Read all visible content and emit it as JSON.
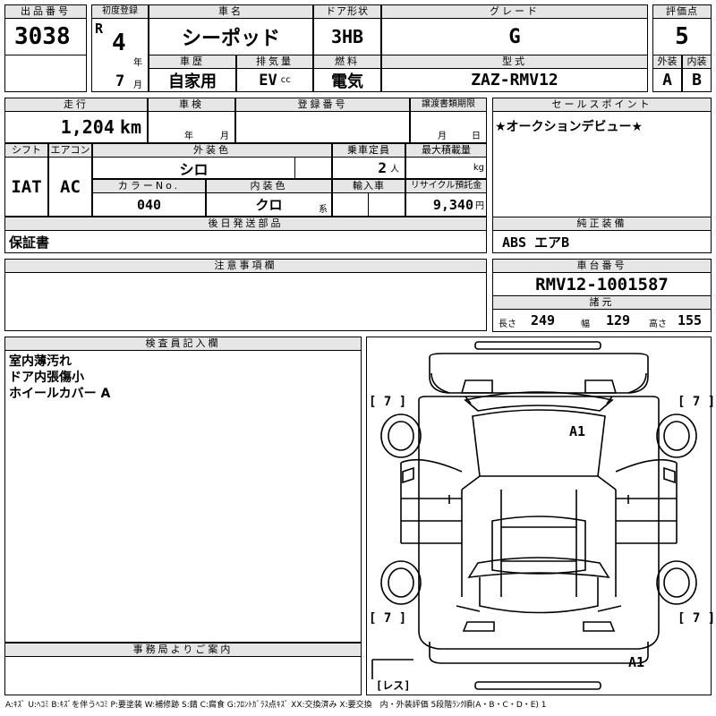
{
  "header": {
    "lot_no_label": "出品番号",
    "lot_no": "3038",
    "first_reg_label": "初度登録",
    "era": "R",
    "year": "4",
    "year_unit": "年",
    "month": "7",
    "month_unit": "月",
    "car_name_label": "車名",
    "car_name": "シーポッド",
    "door_label": "ドア形状",
    "door": "3HB",
    "grade_label": "グレード",
    "grade": "G",
    "score_label": "評価点",
    "score": "5",
    "history_label": "車歴",
    "history": "自家用",
    "displacement_label": "排気量",
    "displacement": "EV",
    "displacement_unit": "cc",
    "fuel_label": "燃料",
    "fuel": "電気",
    "model_label": "型式",
    "model": "ZAZ-RMV12",
    "exterior_label": "外装",
    "exterior": "A",
    "interior_label": "内装",
    "interior": "B"
  },
  "row2": {
    "mileage_label": "走行",
    "mileage": "1,204",
    "mileage_unit": "km",
    "inspection_label": "車検",
    "inspection_year_unit": "年",
    "inspection_month_unit": "月",
    "plate_label": "登録番号",
    "transfer_label": "譲渡書類期限",
    "transfer_month_unit": "月",
    "transfer_day_unit": "日",
    "sales_point_label": "セールスポイント",
    "sales_point": "★オークションデビュー★"
  },
  "row3": {
    "shift_label": "シフト",
    "shift": "IAT",
    "ac_label": "エアコン",
    "ac": "AC",
    "ext_color_label": "外装色",
    "ext_color": "シロ",
    "capacity_label": "乗車定員",
    "capacity": "2",
    "capacity_unit": "人",
    "max_load_label": "最大積載量",
    "max_load_unit": "kg",
    "color_no_label": "カラーNo.",
    "color_no": "040",
    "int_color_label": "内装色",
    "int_color": "クロ",
    "int_color_unit": "系",
    "import_label": "輸入車",
    "recycle_label": "リサイクル預託金",
    "recycle": "9,340",
    "recycle_unit": "円"
  },
  "later_parts": {
    "label": "後日発送部品",
    "value": "保証書"
  },
  "genuine": {
    "label": "純正装備",
    "value": "ABS エアB"
  },
  "notes": {
    "label": "注意事項欄"
  },
  "chassis": {
    "label": "車台番号",
    "value": "RMV12-1001587",
    "dims_label": "諸元",
    "length_label": "長さ",
    "length": "249",
    "width_label": "幅",
    "width": "129",
    "height_label": "高さ",
    "height": "155"
  },
  "inspector": {
    "label": "検査員記入欄",
    "lines": [
      "室内薄汚れ",
      "ドア内張傷小",
      "ホイールカバー A"
    ]
  },
  "office": {
    "label": "事務局よりご案内"
  },
  "diagram": {
    "tire_fl": "[ 7 ]",
    "tire_fr": "[ 7 ]",
    "tire_rl": "[ 7 ]",
    "tire_rr": "[ 7 ]",
    "mark_roof": "A1",
    "mark_rear": "A1",
    "spare": "[レス]"
  },
  "legend": "A:ｷｽﾞ U:ﾍｺﾐ B:ｷｽﾞを伴うﾍｺﾐ P:要塗装 W:補修跡 S:錆 C:腐食 G:ﾌﾛﾝﾄｶﾞﾗｽ点ｷｽﾞ XX:交換済み X:要交換　内・外装評価 5段階ﾗﾝｸ順(A・B・C・D・E) 1"
}
